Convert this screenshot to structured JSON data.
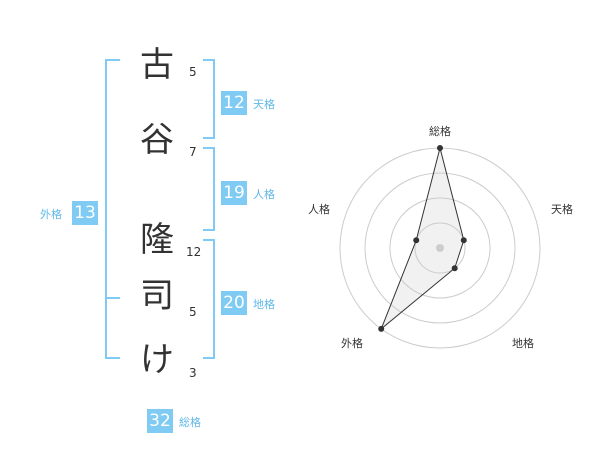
{
  "name": {
    "characters": [
      {
        "char": "古",
        "strokes": "5"
      },
      {
        "char": "谷",
        "strokes": "7"
      },
      {
        "char": "隆",
        "strokes": "12"
      },
      {
        "char": "司",
        "strokes": "5"
      },
      {
        "char": "け",
        "strokes": "3"
      }
    ]
  },
  "fortunes": {
    "tenkaku": {
      "value": "12",
      "label": "天格"
    },
    "jinkaku": {
      "value": "19",
      "label": "人格"
    },
    "chikaku": {
      "value": "20",
      "label": "地格"
    },
    "gaikaku": {
      "value": "13",
      "label": "外格"
    },
    "soukaku": {
      "value": "32",
      "label": "総格"
    }
  },
  "colors": {
    "accent": "#7fcbf3",
    "label": "#5fb8e8",
    "ring": "#cccccc",
    "polygon": "#333333"
  },
  "chart_data": {
    "type": "radar",
    "categories": [
      "総格",
      "天格",
      "地格",
      "外格",
      "人格"
    ],
    "values": [
      4,
      1,
      1,
      4,
      1
    ],
    "rmax": 4
  }
}
